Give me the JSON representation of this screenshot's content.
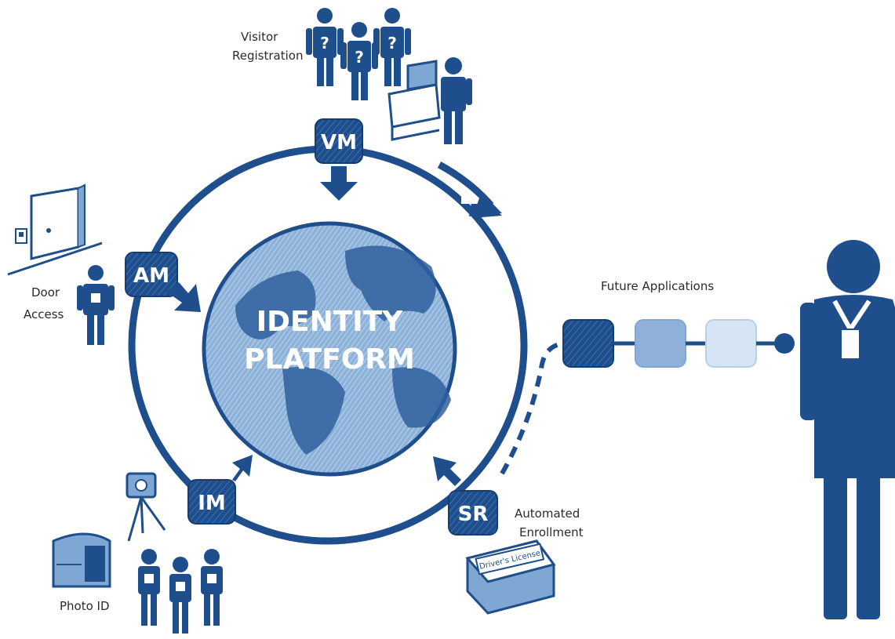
{
  "center": {
    "line1": "IDENTITY",
    "line2": "PLATFORM"
  },
  "modules": [
    {
      "code": "VM",
      "label_lines": [
        "Visitor",
        "Registration"
      ]
    },
    {
      "code": "AM",
      "label_lines": [
        "Door",
        "Access"
      ]
    },
    {
      "code": "IM",
      "label_lines": [
        "Photo ID"
      ]
    },
    {
      "code": "SR",
      "label_lines": [
        "Automated",
        "Enrollment"
      ]
    }
  ],
  "future": {
    "label": "Future Applications"
  },
  "license_card": "Driver's License",
  "colors": {
    "primary": "#1f4e8c",
    "dark": "#163d72",
    "globe": "#7fa7d3",
    "app_mid": "#8fb0d8",
    "app_light": "#d6e4f3"
  }
}
